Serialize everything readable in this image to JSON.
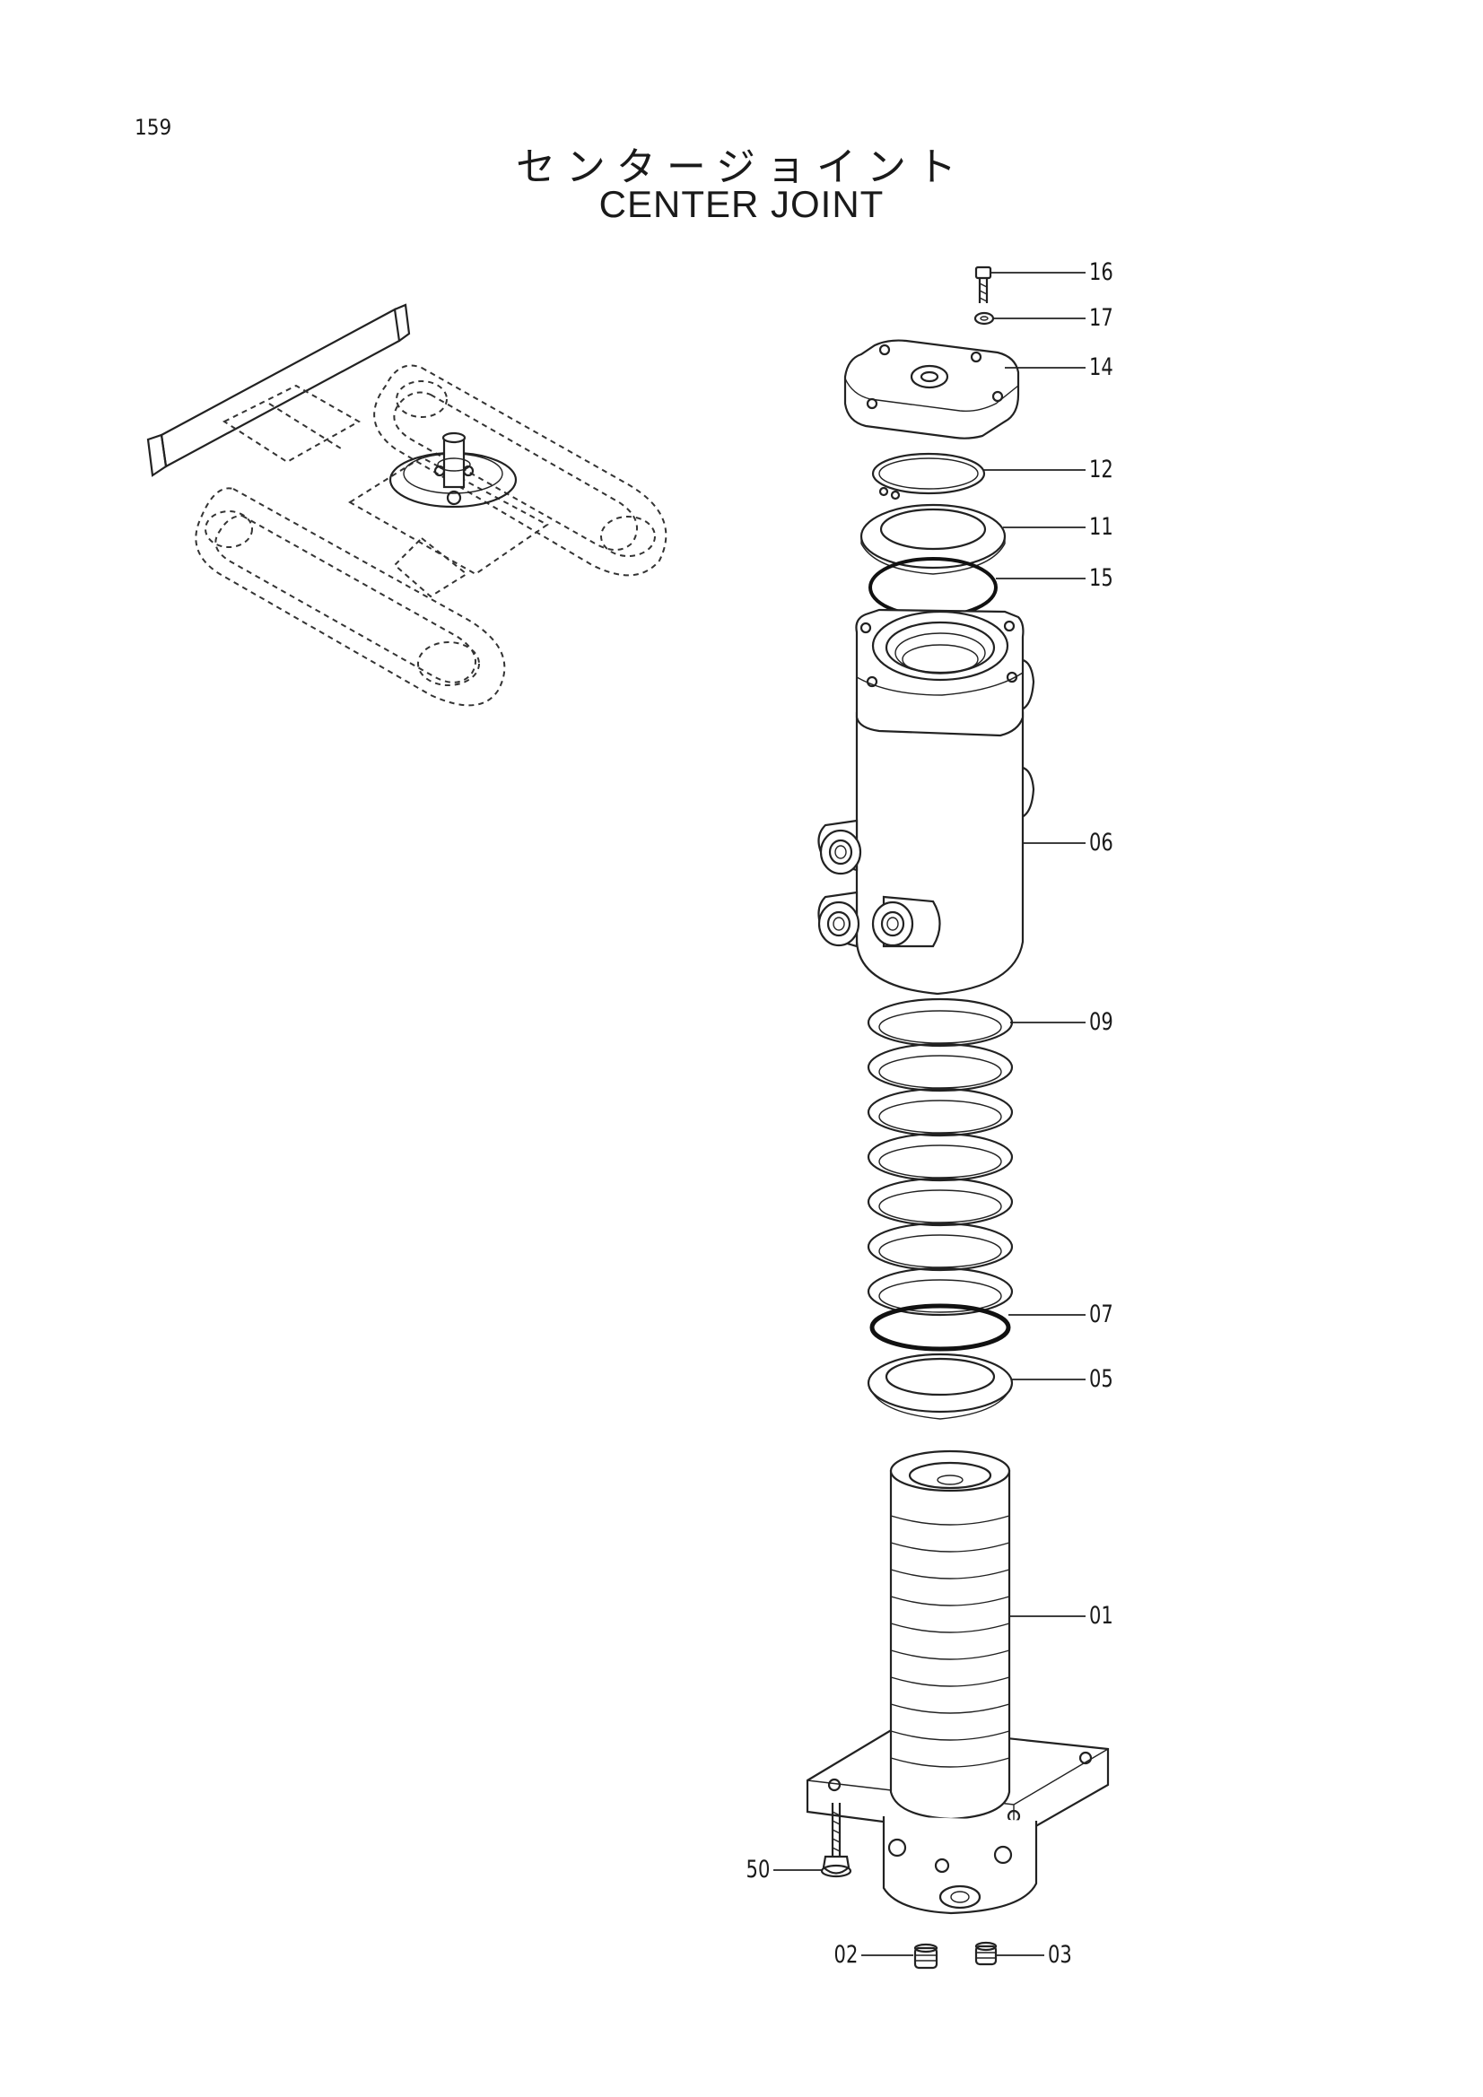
{
  "page_number": "159",
  "title_jp": "センタージョイント",
  "title_en": "CENTER JOINT",
  "callouts": [
    "16",
    "17",
    "14",
    "12",
    "11",
    "15",
    "06",
    "09",
    "07",
    "05",
    "01",
    "50",
    "02",
    "03"
  ]
}
